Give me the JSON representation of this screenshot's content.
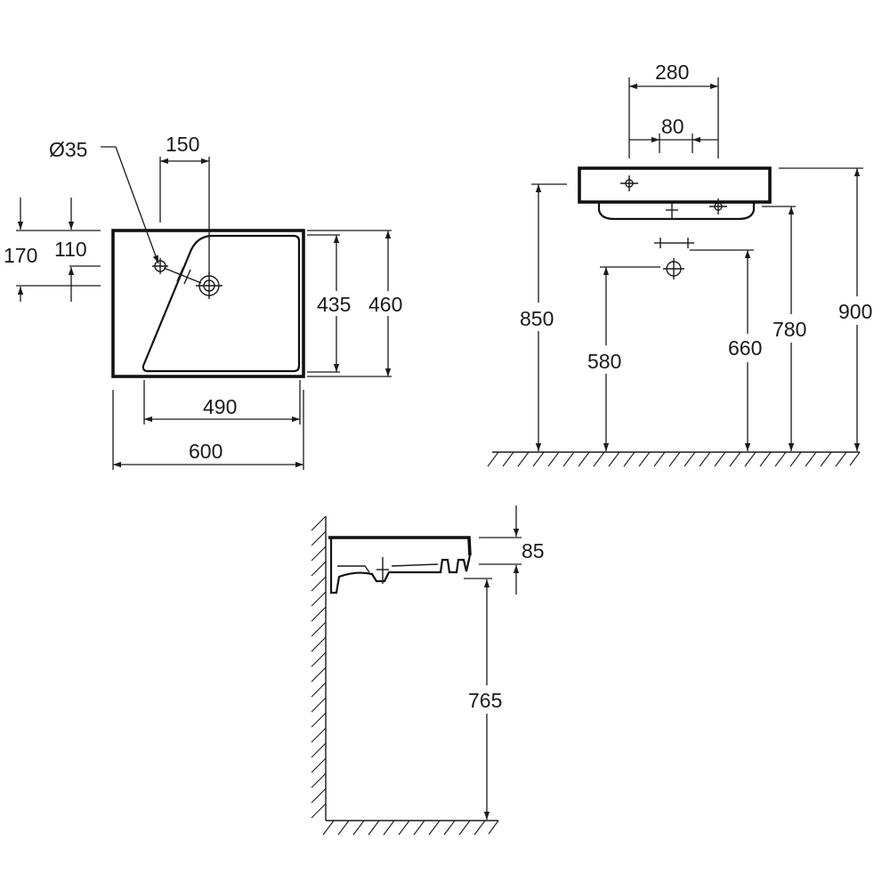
{
  "dimensions": {
    "hole_diameter": "Ø35",
    "tap_offset": "150",
    "depth_outer": "170",
    "depth_inner": "110",
    "bowl_depth": "435",
    "overall_depth": "460",
    "bowl_width": "490",
    "overall_width": "600",
    "fixing_spacing": "280",
    "outlet_spacing": "80",
    "top_height": "850",
    "outlet_height": "580",
    "fixing_height": "660",
    "underside_height": "780",
    "tap_height": "900",
    "basin_thickness": "85",
    "underside_clearance": "765"
  }
}
